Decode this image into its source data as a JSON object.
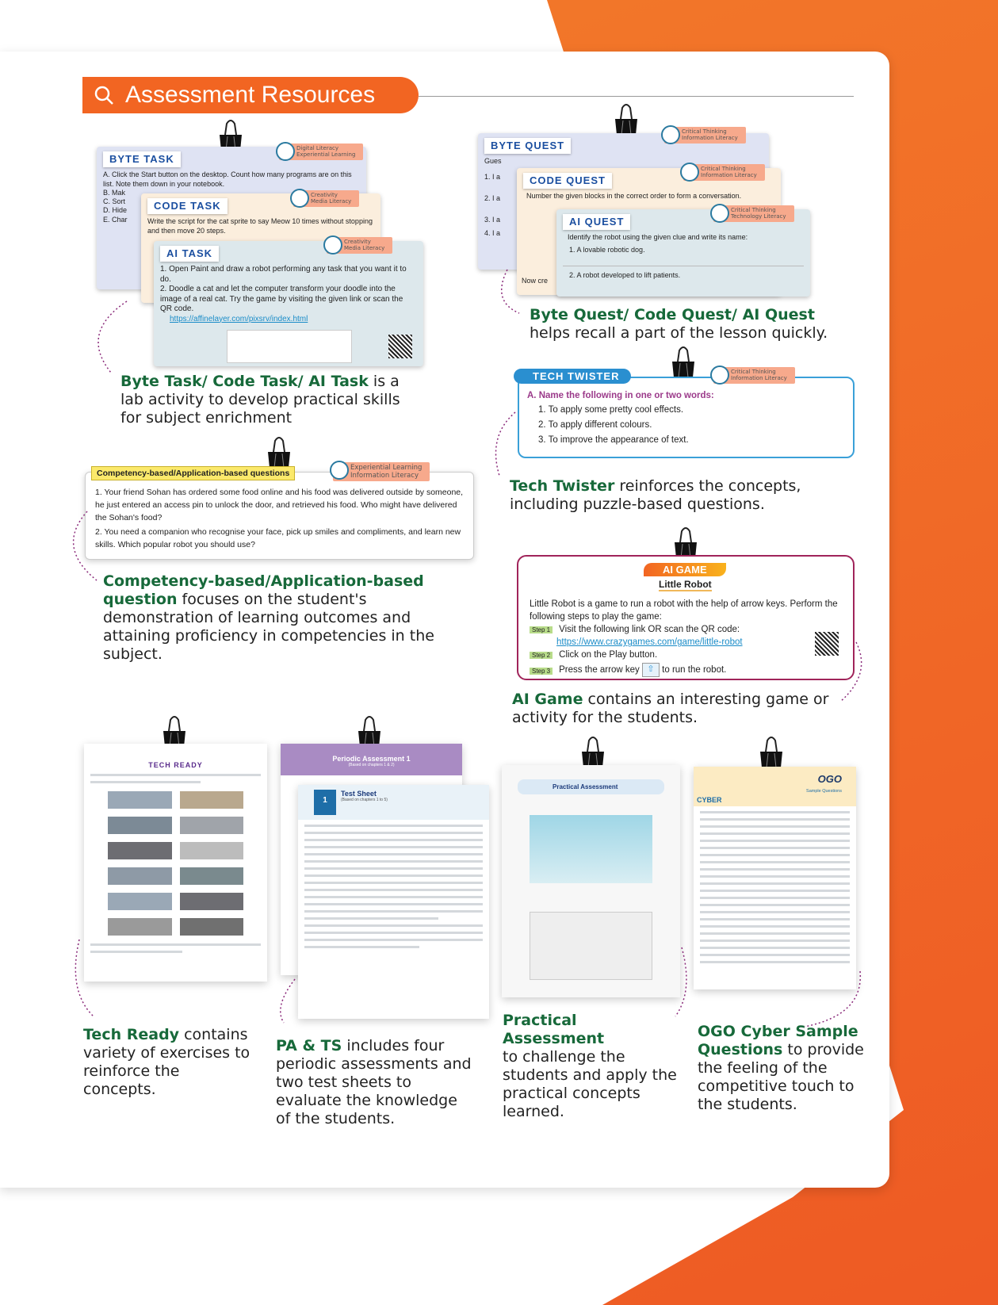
{
  "header": {
    "title": "Assessment Resources",
    "icon": "search-icon"
  },
  "task": {
    "byte_label": "BYTE TASK",
    "byte_tags": "Digital Literacy\nExperiential Learning",
    "byte_lines": [
      "A.  Click the Start button on the desktop. Count how many programs are on this list. Note them down in your notebook.",
      "B.  Mak",
      "C.  Sort",
      "D.  Hide",
      "E.  Char"
    ],
    "code_label": "CODE TASK",
    "code_tags": "Creativity\nMedia Literacy",
    "code_text": "Write the script for the cat sprite to say Meow 10 times without stopping and then move 20 steps.",
    "ai_label": "AI TASK",
    "ai_tags": "Creativity\nMedia Literacy",
    "ai_items": [
      "1. Open Paint and draw a robot performing any task that you want it to do.",
      "2. Doodle a cat and let the computer transform your doodle into the image of a real cat. Try the game by visiting the given link or scan the QR code."
    ],
    "ai_link": "https://affinelayer.com/pixsrv/index.html",
    "caption_bold": "Byte Task/ Code Task/ AI Task",
    "caption_rest": " is a lab activity to develop practical skills for subject enrichment"
  },
  "quest": {
    "byte_label": "BYTE QUEST",
    "byte_tags": "Critical Thinking\nInformation Literacy",
    "byte_lines": [
      "Gues",
      "1.  I a",
      "2.  I a",
      "3.  I a",
      "4.  I a"
    ],
    "code_label": "CODE QUEST",
    "code_tags": "Critical Thinking\nInformation Literacy",
    "code_text": "Number the given blocks in the correct order to form a conversation.",
    "code_footer": "Now cre",
    "ai_label": "AI QUEST",
    "ai_tags": "Critical Thinking\nTechnology Literacy",
    "ai_text": "Identify the robot using the given clue and write its name:",
    "ai_items": [
      "1.  A lovable robotic dog.",
      "2.  A robot developed to lift patients."
    ],
    "caption_bold": "Byte Quest/ Code Quest/ AI Quest",
    "caption_rest": " helps recall a part of the lesson quickly."
  },
  "twister": {
    "label": "TECH TWISTER",
    "tags": "Critical Thinking\nInformation Literacy",
    "heading": "A. Name the following in one or two words:",
    "items": [
      "1. To apply some pretty cool effects.",
      "2. To apply different colours.",
      "3. To improve the appearance of text."
    ],
    "caption_bold": "Tech Twister",
    "caption_rest": " reinforces the concepts, including puzzle-based questions."
  },
  "competency": {
    "label": "Competency-based/Application-based questions",
    "tags": "Experiential Learning\nInformation Literacy",
    "items": [
      "1.   Your friend Sohan has ordered some food online and his food was delivered outside by someone, he just entered an access pin to unlock the door, and retrieved his food. Who might have delivered the Sohan's food?",
      "2.   You need a companion who recognise your face, pick up smiles and compliments, and learn new skills. Which popular robot you should use?"
    ],
    "caption_bold": "Competency-based/Application-based question",
    "caption_rest": " focuses on the student's demonstration of learning outcomes and attaining proficiency in competencies in the subject."
  },
  "aigame": {
    "label": "AI GAME",
    "title": "Little Robot",
    "intro": "Little Robot is a game to run a robot with the help of arrow keys. Perform the following steps to play the game:",
    "steps": [
      {
        "tag": "Step 1",
        "text": "Visit the following link OR scan the QR code:"
      },
      {
        "tag": "Step 2",
        "text": "Click on the Play button."
      },
      {
        "tag": "Step 3",
        "text": "Press the arrow key",
        "text2": "to run the robot."
      }
    ],
    "link": "https://www.crazygames.com/game/little-robot",
    "caption_bold": "AI Game",
    "caption_rest": " contains an interesting game or activity for the students."
  },
  "bottom": [
    {
      "thumb_title": "TECH READY",
      "caption_bold": "Tech Ready",
      "caption_rest": " contains variety of exercises to reinforce the concepts."
    },
    {
      "thumb_title": "Periodic Assessment 1",
      "thumb_sub": "(Based on chapters 1 & 2)",
      "sheet_num": "1",
      "sheet_title": "Test Sheet",
      "sheet_sub": "(Based on chapters 1 to 5)",
      "caption_bold": "PA & TS",
      "caption_rest": " includes four periodic assessments and two test sheets to evaluate the knowledge of the students."
    },
    {
      "thumb_title": "Practical Assessment",
      "caption_bold": "Practical Assessment",
      "caption_rest": " to challenge the students and apply the practical concepts learned."
    },
    {
      "thumb_title": "CYBER",
      "thumb_logo": "OGO",
      "thumb_sub": "Sample Questions",
      "caption_bold": "OGO Cyber Sample Questions",
      "caption_rest": " to provide the feeling of the competitive touch to the students."
    }
  ],
  "colors": {
    "orange": "#f26522",
    "green": "#17693a",
    "twister_border": "#3aa0d8",
    "game_border": "#a0245a",
    "purple": "#a98bc3"
  }
}
